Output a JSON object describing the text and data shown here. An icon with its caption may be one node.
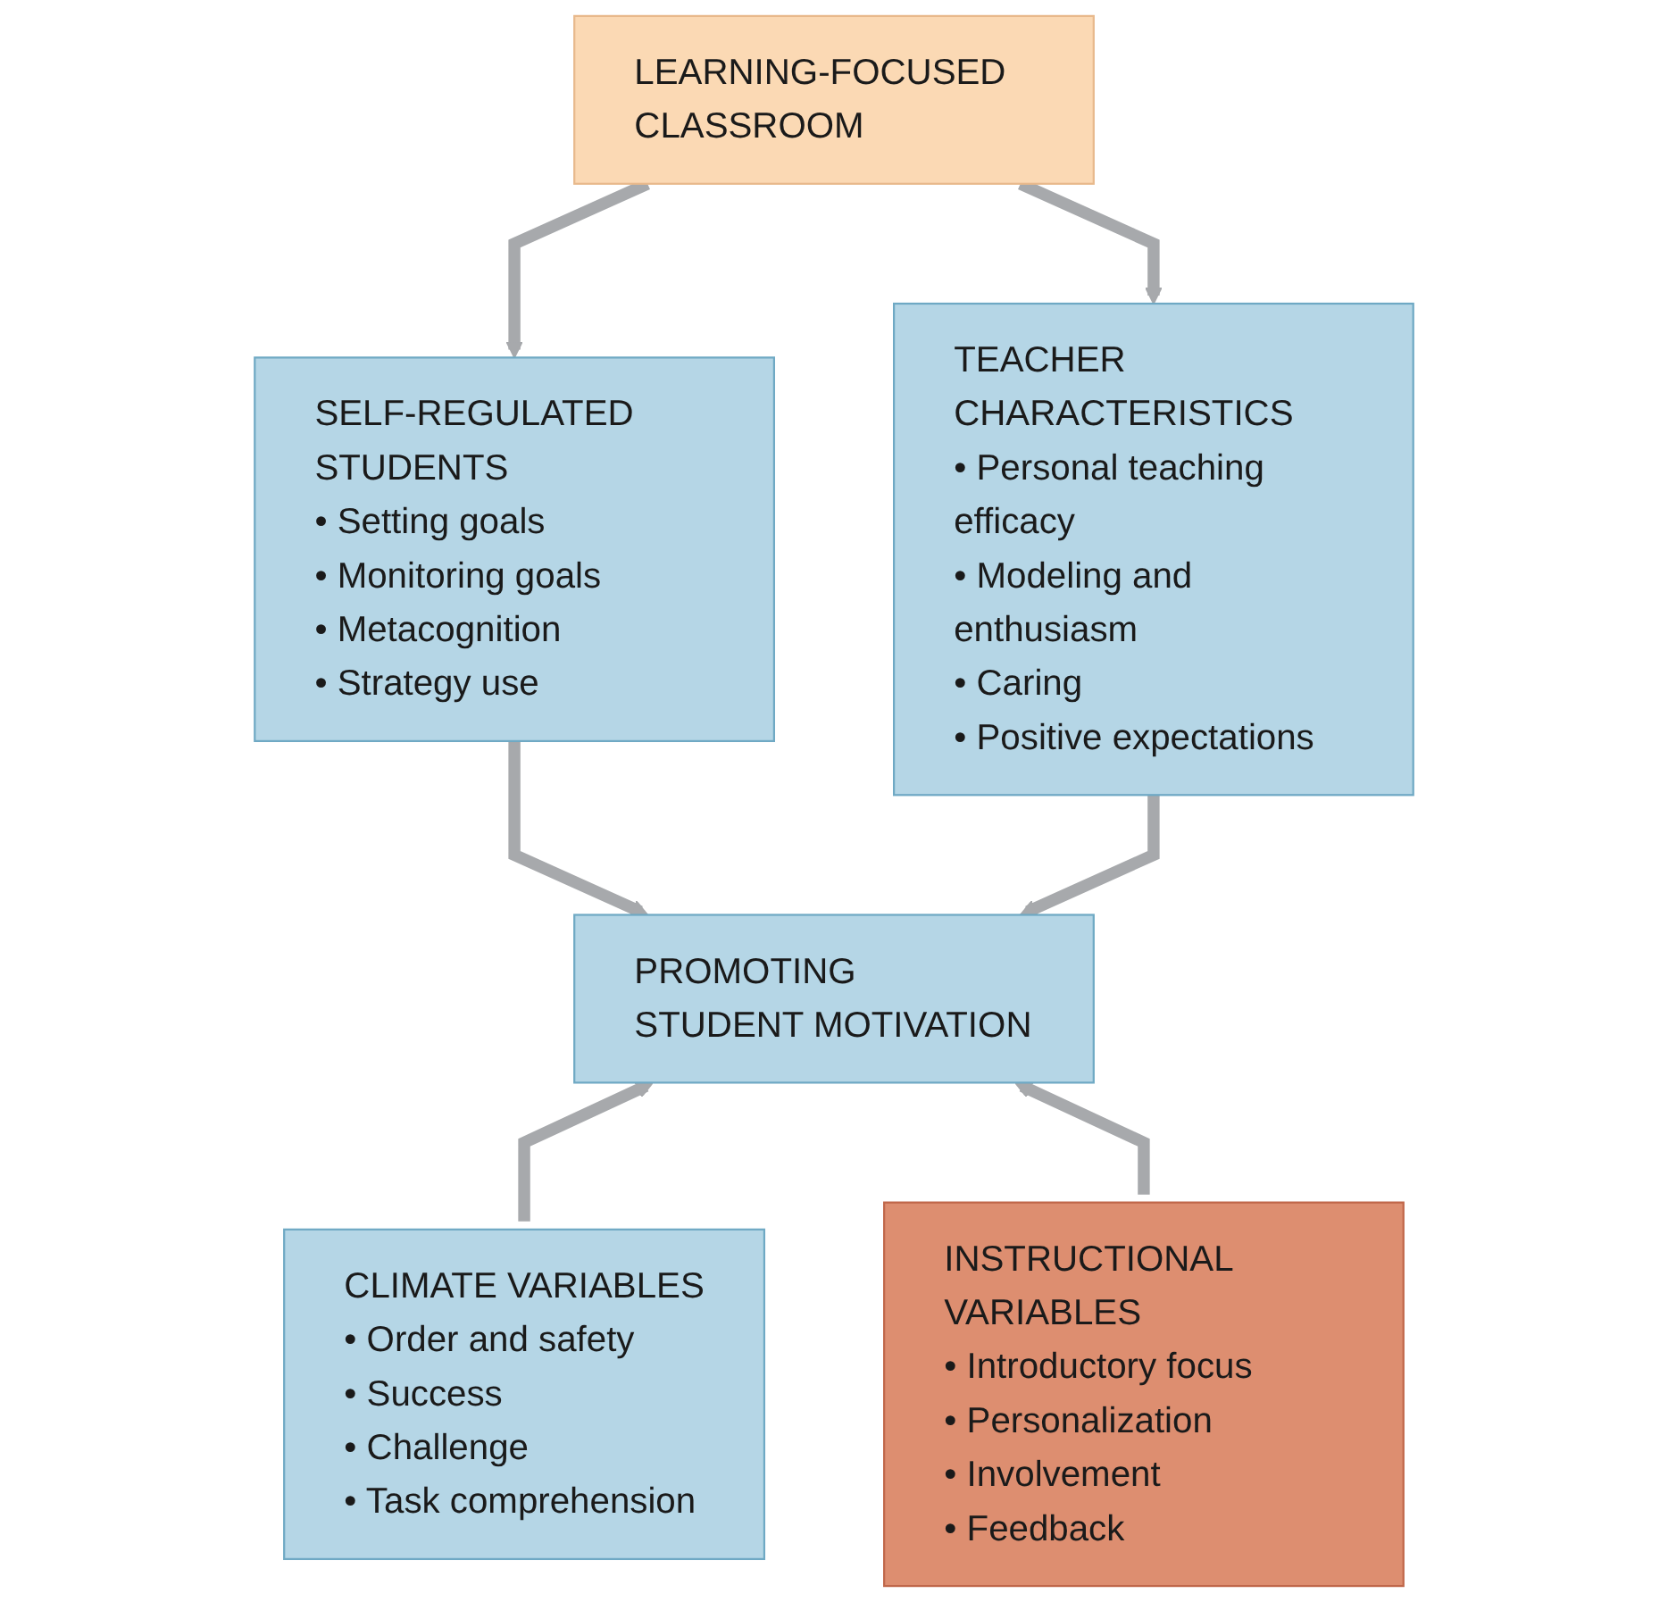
{
  "diagram": {
    "nodes": [
      {
        "text": [
          "LEARNING-FOCUSED CLASSROOM"
        ]
      },
      {
        "text": [
          "SELF-REGULATED STUDENTS",
          "• Setting goals",
          "• Monitoring goals",
          "• Metacognition",
          "• Strategy use"
        ]
      },
      {
        "text": [
          "TEACHER CHARACTERISTICS",
          "• Personal teaching efficacy",
          "• Modeling and enthusiasm",
          "• Caring",
          "• Positive expectations"
        ]
      },
      {
        "text": [
          "PROMOTING STUDENT MOTIVATION"
        ]
      },
      {
        "text": [
          "CLIMATE VARIABLES",
          "• Order and safety",
          "• Success",
          "• Challenge",
          "• Task comprehension"
        ]
      },
      {
        "text": [
          "INSTRUCTIONAL VARIABLES",
          "• Introductory focus",
          "• Personalization",
          "• Involvement",
          "• Feedback"
        ]
      }
    ],
    "edges": [
      {
        "from": 0,
        "to": 1,
        "arrow": "to"
      },
      {
        "from": 0,
        "to": 2,
        "arrow": "to"
      },
      {
        "from": 1,
        "to": 3,
        "arrow": "to"
      },
      {
        "from": 2,
        "to": 3,
        "arrow": "to"
      },
      {
        "from": 4,
        "to": 3,
        "arrow": "to"
      },
      {
        "from": 5,
        "to": 3,
        "arrow": "to"
      }
    ]
  }
}
